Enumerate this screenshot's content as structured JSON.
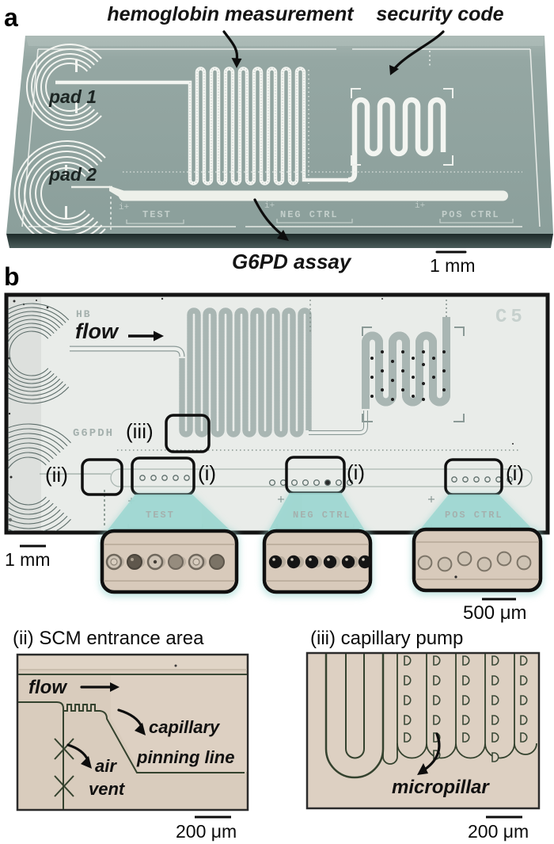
{
  "panel_a": {
    "label": "a",
    "annotation_hemoglobin": "hemoglobin measurement",
    "annotation_security": "security code",
    "pad1": "pad 1",
    "pad2": "pad 2",
    "annotation_g6pd": "G6PD assay",
    "scale_bar": "1 mm",
    "iplus_mark": "i+"
  },
  "chip_labels": {
    "test": "TEST",
    "neg": "NEG CTRL",
    "pos": "POS CTRL"
  },
  "panel_b": {
    "label": "b",
    "etched_hb": "HB",
    "etched_c5": "C5",
    "etched_g6pdh": "G6PDH",
    "flow": "flow",
    "callout_i": "(i)",
    "callout_ii": "(ii)",
    "callout_iii": "(iii)",
    "scale_bar": "1 mm",
    "inset_scale_bar": "500 μm"
  },
  "micrograph_ii": {
    "heading": "(ii) SCM entrance area",
    "flow": "flow",
    "label_capillary_line1": "capillary",
    "label_capillary_line2": "pinning line",
    "label_airvent_line1": "air",
    "label_airvent_line2": "vent",
    "scale_bar": "200 μm"
  },
  "micrograph_iii": {
    "heading": "(iii) capillary pump",
    "label": "micropillar",
    "scale_bar": "200 μm"
  },
  "colors": {
    "chip_body": "#91a4a0",
    "channel_white": "#f3f5f1",
    "photo_bg": "#e9ece9",
    "highlight_teal": "#9ed7d1",
    "inset_tan": "#d8cabb",
    "micrograph_tan": "#d9ccbd",
    "line_olive": "#34422e"
  }
}
